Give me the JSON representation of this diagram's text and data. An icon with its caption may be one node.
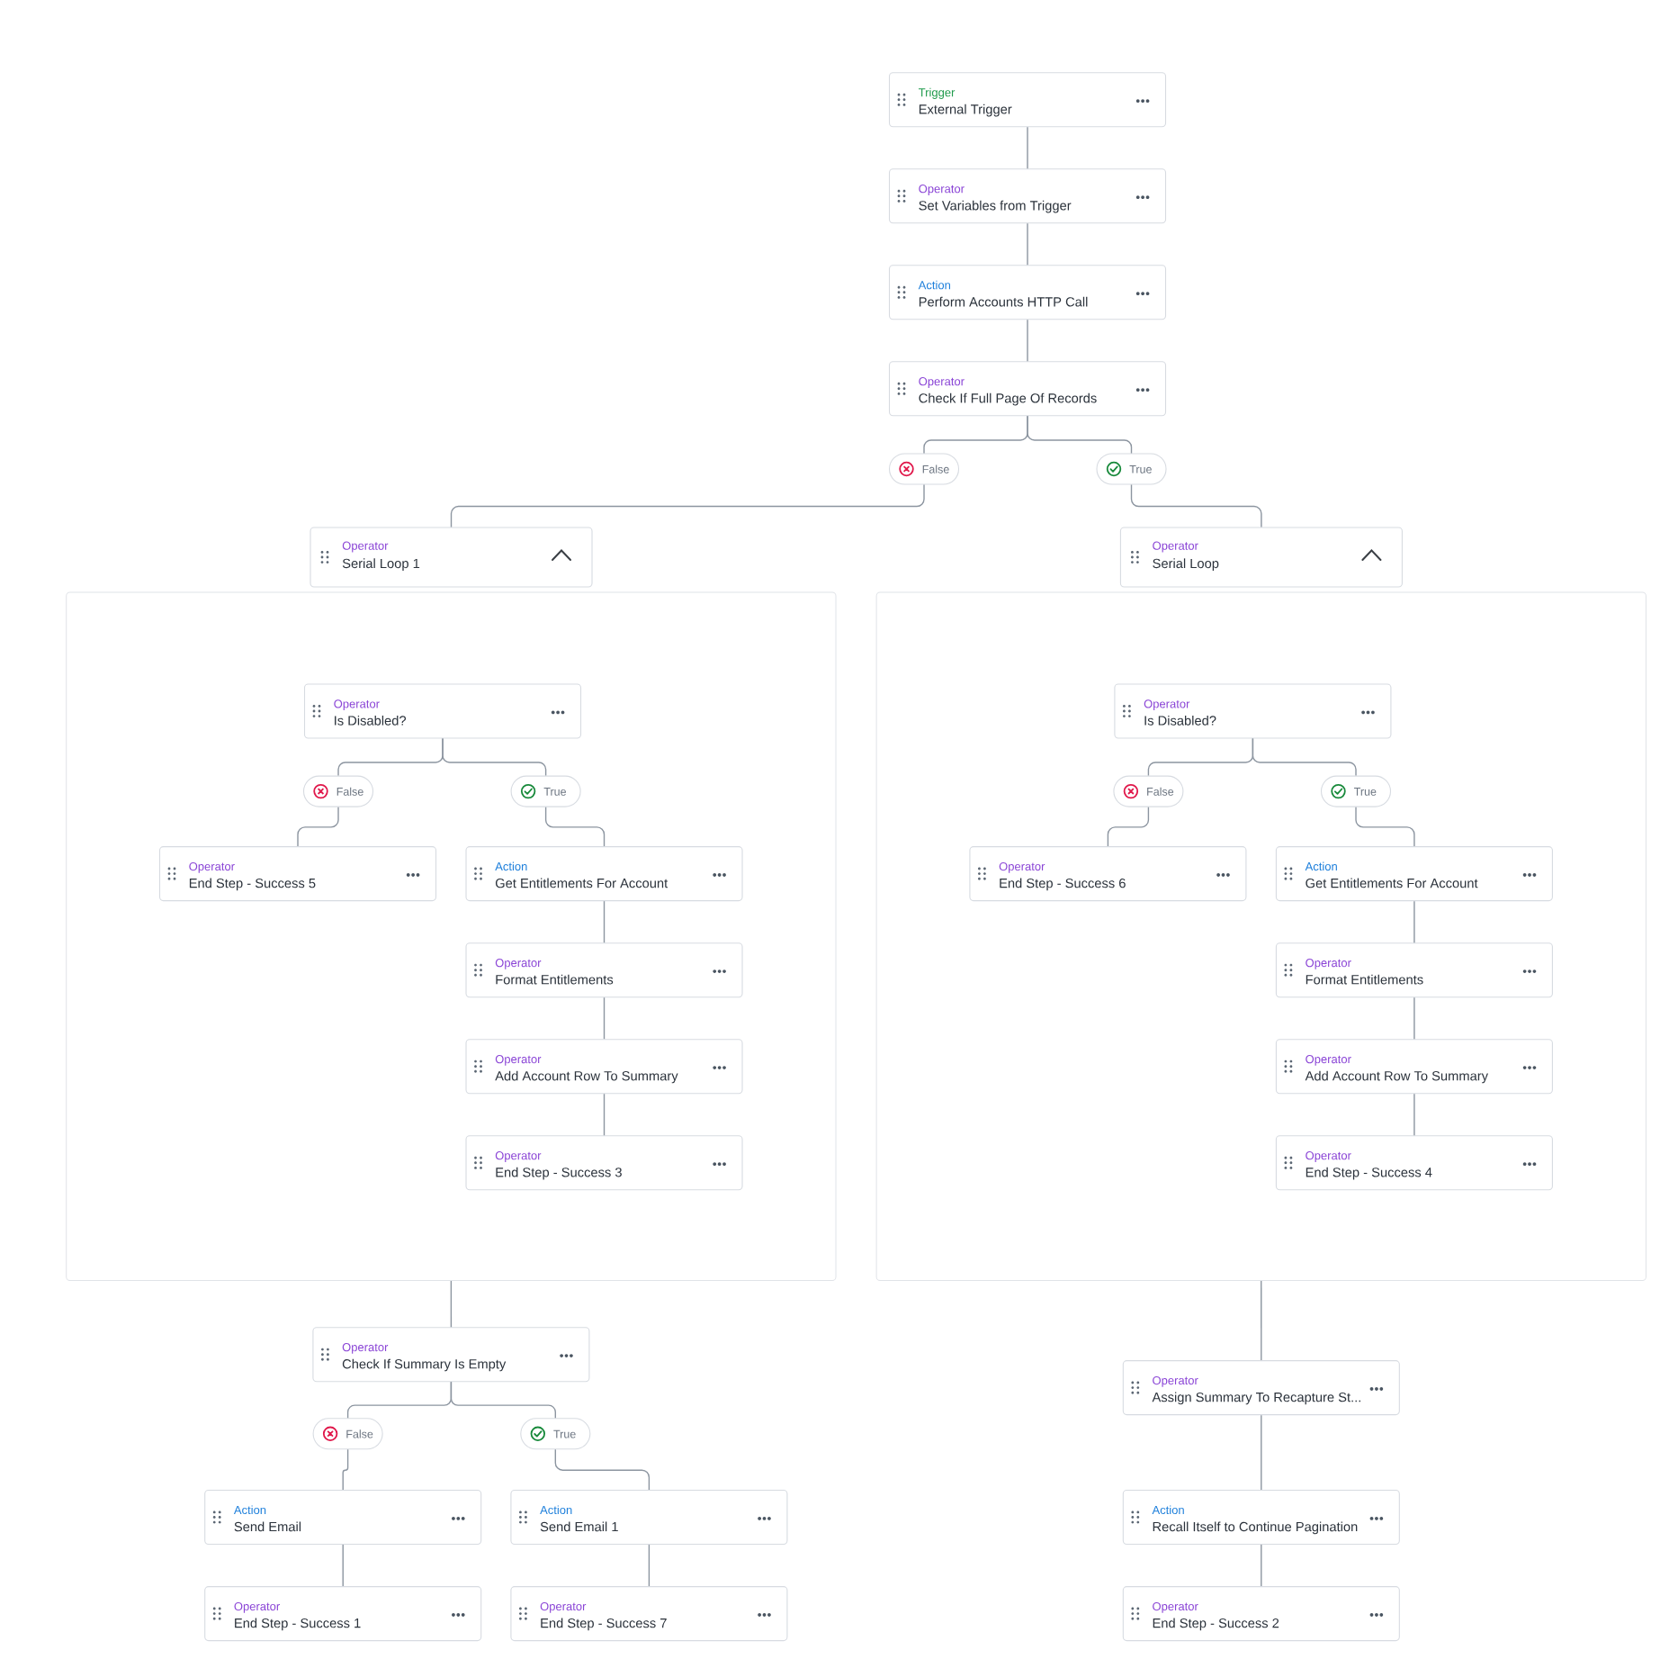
{
  "diagram": {
    "nodes": [
      {
        "text": [
          "Trigger",
          "External Trigger"
        ]
      },
      {
        "text": [
          "Operator",
          "Set Variables from Trigger"
        ]
      },
      {
        "text": [
          "Action",
          "Perform Accounts HTTP Call"
        ]
      },
      {
        "text": [
          "Operator",
          "Check If Full Page Of Records"
        ]
      },
      {
        "text": [
          "False"
        ]
      },
      {
        "text": [
          "True"
        ]
      },
      {
        "text": [
          "Operator",
          "Serial Loop 1"
        ]
      },
      {
        "text": [
          "Operator",
          "Serial Loop"
        ]
      },
      {
        "text": [],
        "shape": "box"
      },
      {
        "text": [
          "Operator",
          "Is Disabled?"
        ],
        "in": 8
      },
      {
        "text": [
          "False"
        ],
        "in": 8
      },
      {
        "text": [
          "True"
        ],
        "in": 8
      },
      {
        "text": [
          "Operator",
          "End Step - Success 5"
        ],
        "in": 8
      },
      {
        "text": [
          "Action",
          "Get Entitlements For Account"
        ],
        "in": 8
      },
      {
        "text": [
          "Operator",
          "Format Entitlements"
        ],
        "in": 8
      },
      {
        "text": [
          "Operator",
          "Add Account Row To Summary"
        ],
        "in": 8
      },
      {
        "text": [
          "Operator",
          "End Step - Success 3"
        ],
        "in": 8
      },
      {
        "text": [],
        "shape": "box"
      },
      {
        "text": [
          "Operator",
          "Is Disabled?"
        ],
        "in": 17
      },
      {
        "text": [
          "False"
        ],
        "in": 17
      },
      {
        "text": [
          "True"
        ],
        "in": 17
      },
      {
        "text": [
          "Operator",
          "End Step - Success 6"
        ],
        "in": 17
      },
      {
        "text": [
          "Action",
          "Get Entitlements For Account"
        ],
        "in": 17
      },
      {
        "text": [
          "Operator",
          "Format Entitlements"
        ],
        "in": 17
      },
      {
        "text": [
          "Operator",
          "Add Account Row To Summary"
        ],
        "in": 17
      },
      {
        "text": [
          "Operator",
          "End Step - Success 4"
        ],
        "in": 17
      },
      {
        "text": [
          "Operator",
          "Check If Summary Is Empty"
        ]
      },
      {
        "text": [
          "False"
        ]
      },
      {
        "text": [
          "True"
        ]
      },
      {
        "text": [
          "Action",
          "Send Email"
        ]
      },
      {
        "text": [
          "Action",
          "Send Email 1"
        ]
      },
      {
        "text": [
          "Operator",
          "End Step - Success 1"
        ]
      },
      {
        "text": [
          "Operator",
          "End Step - Success 7"
        ]
      },
      {
        "text": [
          "Operator",
          "Assign Summary To Recapture St..."
        ]
      },
      {
        "text": [
          "Action",
          "Recall Itself to Continue Pagination"
        ]
      },
      {
        "text": [
          "Operator",
          "End Step - Success 2"
        ]
      }
    ],
    "edges": [
      {
        "from": 0,
        "to": 1,
        "arrow": "none"
      },
      {
        "from": 1,
        "to": 2,
        "arrow": "none"
      },
      {
        "from": 2,
        "to": 3,
        "arrow": "none"
      },
      {
        "from": 3,
        "to": 4,
        "arrow": "none"
      },
      {
        "from": 3,
        "to": 5,
        "arrow": "none"
      },
      {
        "from": 4,
        "to": 6,
        "arrow": "none"
      },
      {
        "from": 5,
        "to": 7,
        "arrow": "none"
      },
      {
        "from": 9,
        "to": 10,
        "arrow": "none"
      },
      {
        "from": 9,
        "to": 11,
        "arrow": "none"
      },
      {
        "from": 10,
        "to": 12,
        "arrow": "none"
      },
      {
        "from": 11,
        "to": 13,
        "arrow": "none"
      },
      {
        "from": 13,
        "to": 14,
        "arrow": "none"
      },
      {
        "from": 14,
        "to": 15,
        "arrow": "none"
      },
      {
        "from": 15,
        "to": 16,
        "arrow": "none"
      },
      {
        "from": 18,
        "to": 19,
        "arrow": "none"
      },
      {
        "from": 18,
        "to": 20,
        "arrow": "none"
      },
      {
        "from": 19,
        "to": 21,
        "arrow": "none"
      },
      {
        "from": 20,
        "to": 22,
        "arrow": "none"
      },
      {
        "from": 22,
        "to": 23,
        "arrow": "none"
      },
      {
        "from": 23,
        "to": 24,
        "arrow": "none"
      },
      {
        "from": 24,
        "to": 25,
        "arrow": "none"
      },
      {
        "from": 8,
        "to": 26,
        "arrow": "none"
      },
      {
        "from": 26,
        "to": 27,
        "arrow": "none"
      },
      {
        "from": 26,
        "to": 28,
        "arrow": "none"
      },
      {
        "from": 27,
        "to": 29,
        "arrow": "none"
      },
      {
        "from": 28,
        "to": 30,
        "arrow": "none"
      },
      {
        "from": 29,
        "to": 31,
        "arrow": "none"
      },
      {
        "from": 30,
        "to": 32,
        "arrow": "none"
      },
      {
        "from": 17,
        "to": 33,
        "arrow": "none"
      },
      {
        "from": 33,
        "to": 34,
        "arrow": "none"
      },
      {
        "from": 34,
        "to": 35,
        "arrow": "none"
      }
    ]
  }
}
